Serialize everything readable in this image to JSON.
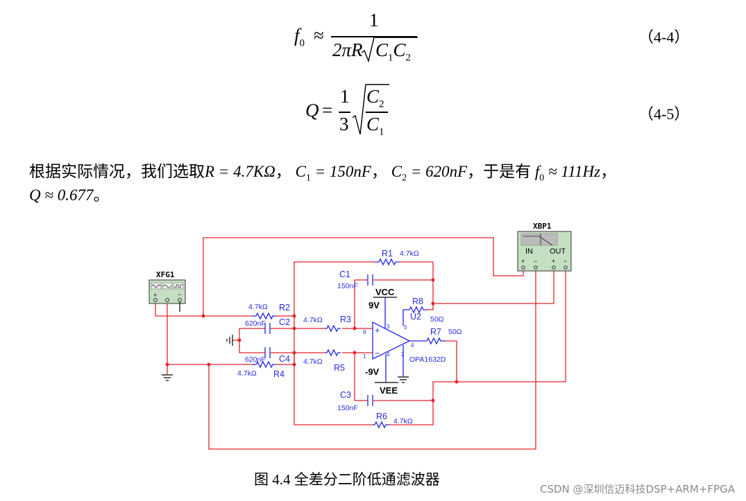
{
  "equations": [
    {
      "lhs_var": "f",
      "lhs_sub": "0",
      "op": "≈",
      "numerator": "1",
      "denominator_prefix": "2πR",
      "rad_c1": "C",
      "rad_c1_sub": "1",
      "rad_c2": "C",
      "rad_c2_sub": "2",
      "number": "（4-4）"
    },
    {
      "lhs_var": "Q",
      "op": "=",
      "numerator": "1",
      "denominator": "3",
      "rad_num": "C",
      "rad_num_sub": "2",
      "rad_den": "C",
      "rad_den_sub": "1",
      "number": "（4-5）"
    }
  ],
  "paragraph": {
    "line1_intro": "根据实际情况，我们选取",
    "r_eq": "R = 4.7KΩ",
    "sep1": "，",
    "c1_var": "C",
    "c1_sub": "1",
    "c1_val": " = 150nF",
    "sep2": "，",
    "c2_var": "C",
    "c2_sub": "2",
    "c2_val": " = 620nF",
    "mid": "，于是有",
    "f_var": "f",
    "f_sub": "0",
    "f_val": " ≈ 111Hz",
    "sep3": "，",
    "q_eq": "Q ≈ 0.677",
    "end": "。"
  },
  "circuit": {
    "function_generator": "XFG1",
    "function_generator_terminals": [
      "+",
      "−"
    ],
    "bode_plotter": "XBP1",
    "bode_in": "IN",
    "bode_out": "OUT",
    "bode_terminals": [
      "+",
      "−",
      "+",
      "−"
    ],
    "r1": {
      "name": "R1",
      "value": "4.7kΩ"
    },
    "r2": {
      "name": "R2",
      "value": "4.7kΩ"
    },
    "r3": {
      "name": "R3",
      "value": "4.7kΩ"
    },
    "r4": {
      "name": "R4",
      "value": "4.7kΩ"
    },
    "r5": {
      "name": "R5",
      "value": "4.7kΩ"
    },
    "r6": {
      "name": "R6",
      "value": "4.7kΩ"
    },
    "r7": {
      "name": "R7",
      "value": "50Ω"
    },
    "r8": {
      "name": "R8",
      "value": "50Ω"
    },
    "c1": {
      "name": "C1",
      "value": "150nF"
    },
    "c2": {
      "name": "C2",
      "value": "620nF"
    },
    "c3": {
      "name": "C3",
      "value": "150nF"
    },
    "c4": {
      "name": "C4",
      "value": "620nF"
    },
    "opamp": {
      "ref": "U2",
      "part": "OPA1632D",
      "plus": "+",
      "minus": "−",
      "pins": [
        "8",
        "3",
        "5",
        "1",
        "6",
        "2",
        "4"
      ]
    },
    "vcc": {
      "name": "VCC",
      "value": "9V"
    },
    "vee": {
      "name": "VEE",
      "value": "-9V"
    }
  },
  "caption": "图 4.4  全差分二阶低通滤波器",
  "watermark": "CSDN @深圳信迈科技DSP+ARM+FPGA",
  "colors": {
    "wire": "#e8232a",
    "component": "#2020e8",
    "instrument_fill": "#c5dfc2"
  }
}
